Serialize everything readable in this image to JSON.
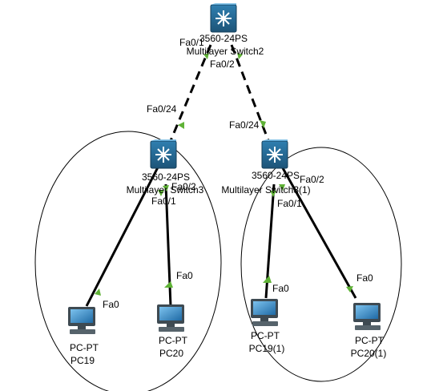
{
  "colors": {
    "link": "#000000",
    "port_up": "#5fb236",
    "switch_body": "#2a6f9a",
    "switch_top": "#7ec3e8",
    "pc_screen": "#2c7db8",
    "pc_body": "#3e4a52",
    "ellipse": "#000000"
  },
  "devices": {
    "core_switch": {
      "model": "3560-24PS",
      "name": "Multilayer Switch2",
      "icon": "multilayer-switch-icon"
    },
    "left_switch": {
      "model": "3560-24PS",
      "name": "Multilayer Switch3",
      "icon": "multilayer-switch-icon"
    },
    "right_switch": {
      "model": "3560-24PS",
      "name": "Multilayer Switch3(1)",
      "icon": "multilayer-switch-icon"
    },
    "pc19": {
      "model": "PC-PT",
      "name": "PC19",
      "icon": "pc-icon"
    },
    "pc20": {
      "model": "PC-PT",
      "name": "PC20",
      "icon": "pc-icon"
    },
    "pc19_1": {
      "model": "PC-PT",
      "name": "PC19(1)",
      "icon": "pc-icon"
    },
    "pc20_1": {
      "model": "PC-PT",
      "name": "PC20(1)",
      "icon": "pc-icon"
    }
  },
  "ports": {
    "core_left": "Fa0/1",
    "core_right": "Fa0/2",
    "left_up": "Fa0/24",
    "right_up": "Fa0/24",
    "left_down1": "Fa0/1",
    "left_down2": "Fa0/2",
    "right_down1": "Fa0/1",
    "right_down2": "Fa0/2",
    "pc19": "Fa0",
    "pc20": "Fa0",
    "pc19_1": "Fa0",
    "pc20_1": "Fa0"
  }
}
